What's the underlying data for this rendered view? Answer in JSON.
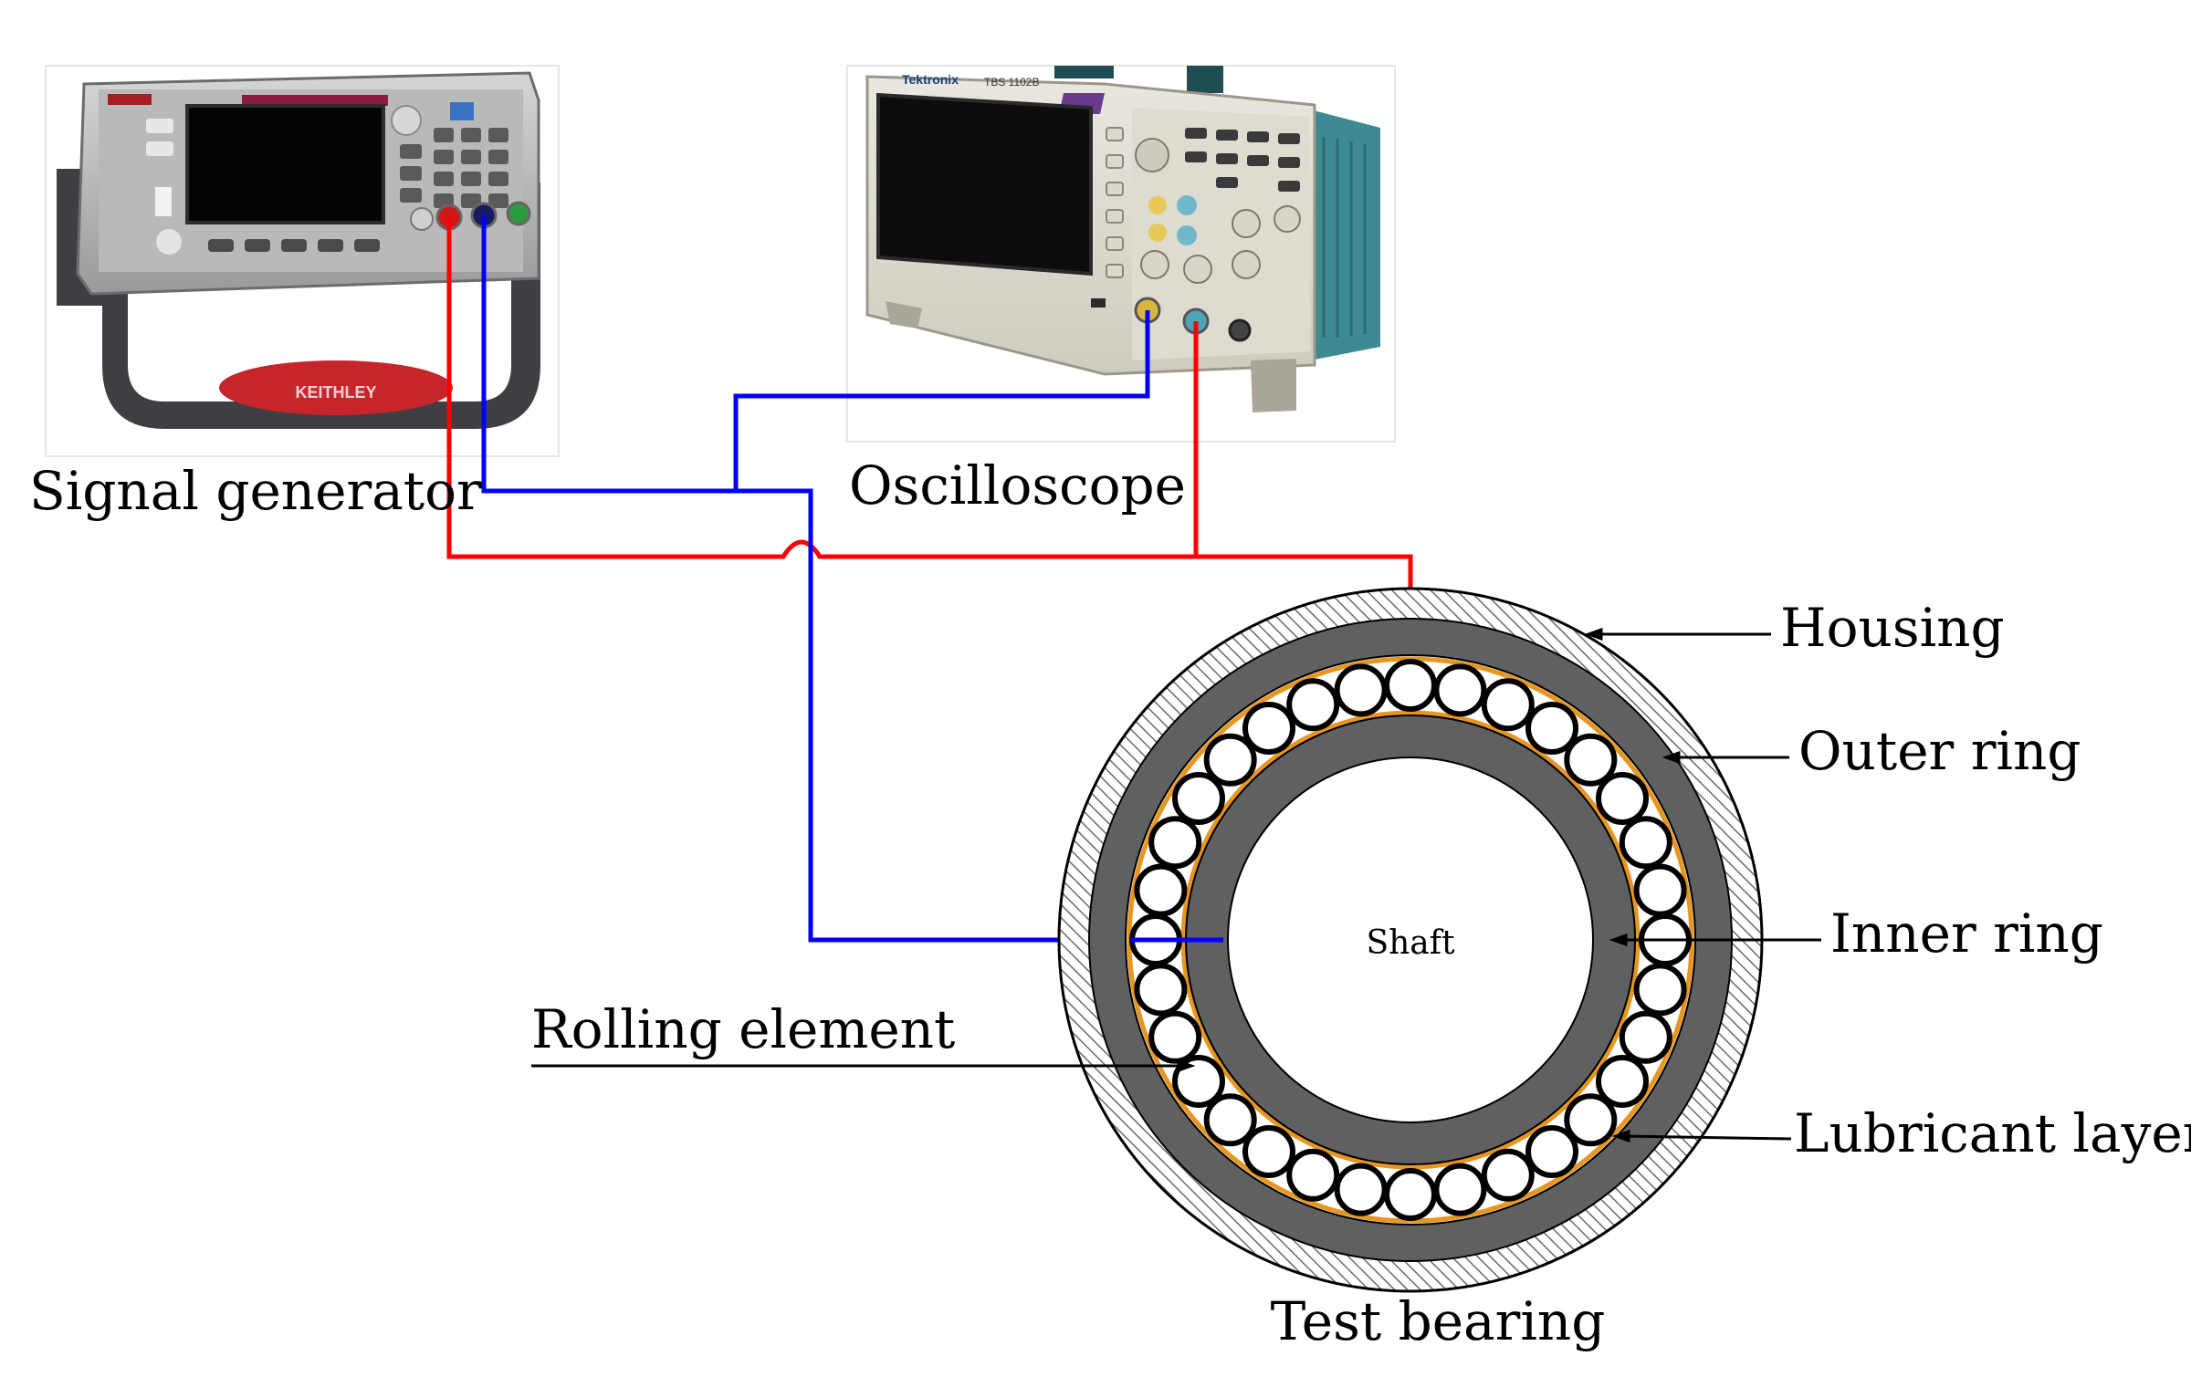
{
  "labels": {
    "signal_generator": "Signal generator",
    "oscilloscope": "Oscilloscope",
    "housing": "Housing",
    "outer_ring": "Outer ring",
    "inner_ring": "Inner ring",
    "lubricant_layer": "Lubricant layer",
    "rolling_element": "Rolling element",
    "shaft": "Shaft",
    "test_bearing": "Test bearing"
  },
  "instruments": {
    "signal_generator_brand": "KEITHLEY",
    "oscilloscope_brand": "Tektronix",
    "oscilloscope_model": "TBS 1102B"
  },
  "bearing": {
    "rolling_element_count": 32
  },
  "colors": {
    "positive_wire": "#ff0000",
    "negative_wire": "#0000ff",
    "ring_gray": "#5f6062",
    "lubricant": "#e8961f",
    "housing_hatch": "#6a6a6a"
  }
}
